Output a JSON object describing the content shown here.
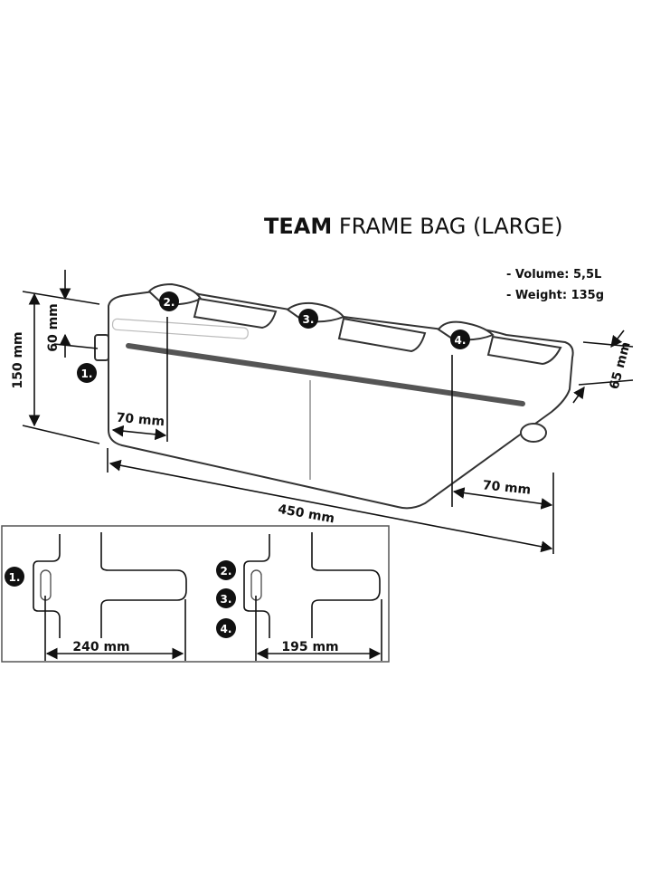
{
  "title": {
    "bold": "TEAM",
    "rest": " FRAME BAG (LARGE)"
  },
  "specs": [
    "- Volume: 5,5L",
    "- Weight: 135g"
  ],
  "callouts": [
    "1.",
    "2.",
    "3.",
    "4."
  ],
  "dimensions": {
    "height_total": "150 mm",
    "height_front": "60 mm",
    "width": "65 mm",
    "length": "450 mm",
    "offset_front": "70 mm",
    "offset_rear": "70 mm",
    "strap_front": "240 mm",
    "strap_top": "195 mm"
  },
  "colors": {
    "line": "#111111",
    "stripe": "#555555"
  }
}
